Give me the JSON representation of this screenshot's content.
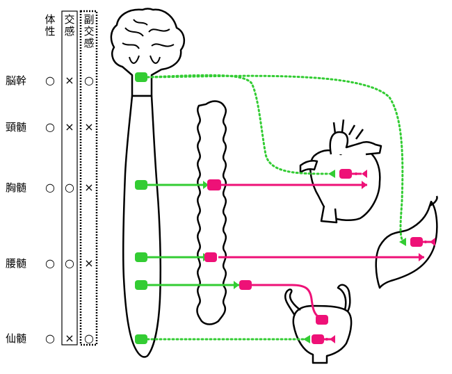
{
  "colors": {
    "somatic_green": "#33cc33",
    "parasympathetic_green_dotted": "#33cc33",
    "sympathetic_pink": "#ee1177"
  },
  "columns": {
    "somatic": [
      "体",
      "性"
    ],
    "sympathetic": [
      "交",
      "感"
    ],
    "parasympathetic": [
      "副",
      "交",
      "感"
    ]
  },
  "rows": [
    {
      "label": "脳幹",
      "somatic": "○",
      "sympathetic": "×",
      "parasympathetic": "○"
    },
    {
      "label": "頸髄",
      "somatic": "○",
      "sympathetic": "×",
      "parasympathetic": "×"
    },
    {
      "label": "胸髄",
      "somatic": "○",
      "sympathetic": "○",
      "parasympathetic": "×"
    },
    {
      "label": "腰髄",
      "somatic": "○",
      "sympathetic": "○",
      "parasympathetic": "×"
    },
    {
      "label": "仙髄",
      "somatic": "○",
      "sympathetic": "×",
      "parasympathetic": "○"
    }
  ],
  "structures": {
    "brain_spinal_cord": "brain-and-spinal-cord",
    "sympathetic_chain": "sympathetic-trunk",
    "organs": [
      "heart",
      "stomach",
      "bladder"
    ]
  }
}
